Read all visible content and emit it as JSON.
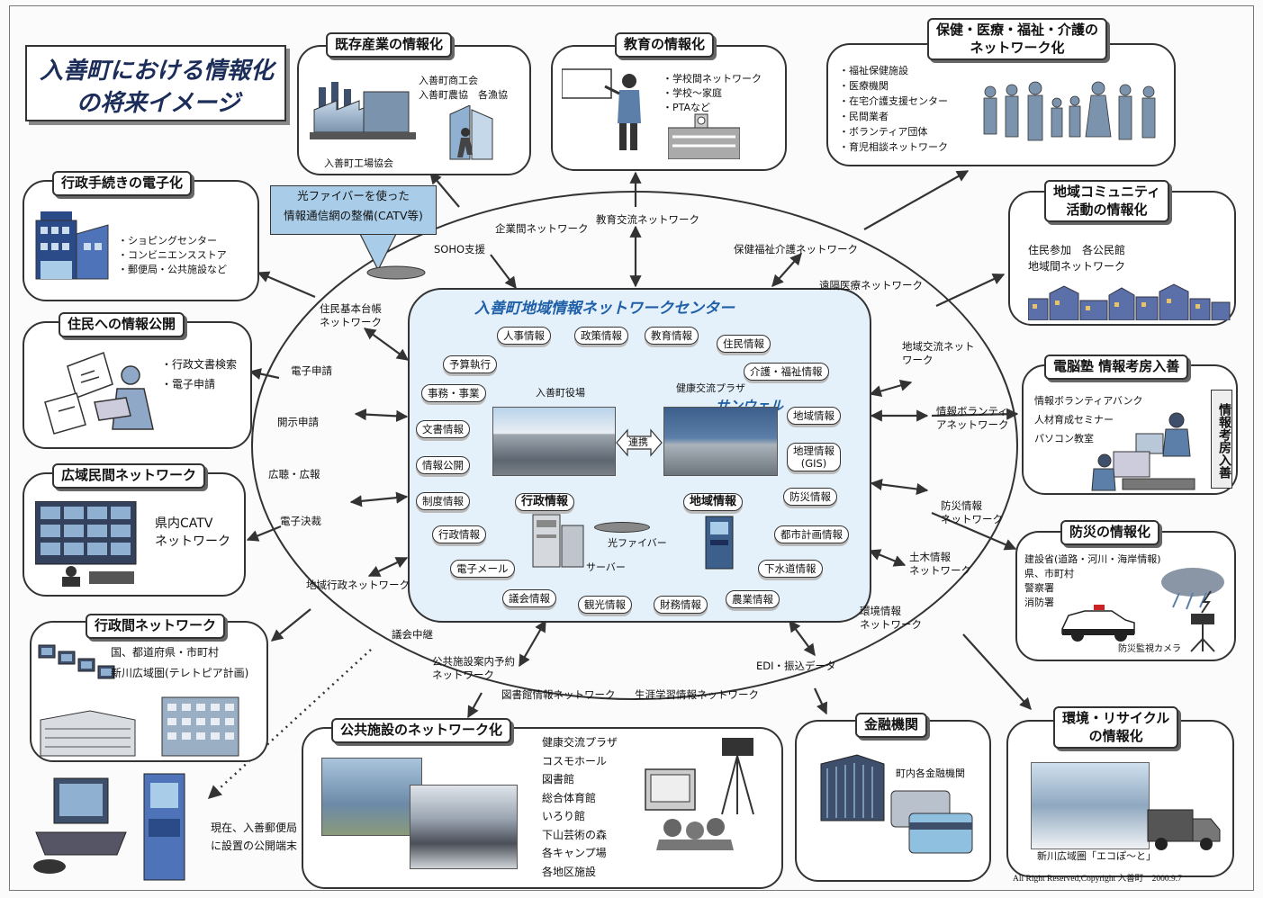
{
  "title": {
    "line1": "入善町における情報化",
    "line2": "の将来イメージ"
  },
  "callout": {
    "line1": "光ファイバーを使った",
    "line2": "情報通信網の整備(CATV等)"
  },
  "center": {
    "title": "入善町地域情報ネットワークセンター",
    "town_hall": "入善町役場",
    "plaza": "健康交流プラザ",
    "plaza_logo": "サンウェル",
    "link": "連携",
    "gyosei_label": "行政情報",
    "chiiki_label": "地域情報",
    "fiber": "光ファイバー",
    "server": "サーバー",
    "databases": [
      "人事情報",
      "政策情報",
      "教育情報",
      "住民情報",
      "予算執行",
      "介護・福祉情報",
      "事務・事業",
      "地域情報",
      "文書情報",
      "地理情報\n(GIS)",
      "情報公開",
      "防災情報",
      "制度情報",
      "都市計画情報",
      "行政情報",
      "下水道情報",
      "電子メール",
      "議会情報",
      "観光情報",
      "財務情報",
      "農業情報"
    ]
  },
  "networks": [
    "企業間ネットワーク",
    "教育交流ネットワーク",
    "SOHO支援",
    "保健福祉介護ネットワーク",
    "遠隔医療ネットワーク",
    "住民基本台帳\nネットワーク",
    "地域交流ネット\nワーク",
    "電子申請",
    "開示申請",
    "情報ボランティ\nアネットワーク",
    "広聴・広報",
    "電子決裁",
    "防災情報\nネットワーク",
    "土木情報\nネットワーク",
    "地域行政ネットワーク",
    "環境情報\nネットワーク",
    "議会中継",
    "公共施設案内予約\nネットワーク",
    "EDI・振込データ",
    "図書館情報ネットワーク",
    "生涯学習情報ネットワーク"
  ],
  "boxes": {
    "sangyo": {
      "title": "既存産業の情報化",
      "items": "入善町商工会\n入善町農協　各漁協",
      "caption": "入善町工場協会"
    },
    "kyoiku": {
      "title": "教育の情報化",
      "items": "・学校間ネットワーク\n・学校～家庭\n・PTAなど"
    },
    "hoken": {
      "title": "保健・医療・福祉・介護の\nネットワーク化",
      "items": "・福祉保健施設\n・医療機関\n・在宅介護支援センター\n・民間業者\n・ボランティア団体\n・育児相談ネットワーク"
    },
    "gyosei": {
      "title": "行政手続きの電子化",
      "items": "・ショピングセンター\n・コンビニエンスストア\n・郵便局・公共施設など"
    },
    "community": {
      "title": "地域コミュニティ\n活動の情報化",
      "items": "住民参加　各公民館\n地域間ネットワーク"
    },
    "kokai": {
      "title": "住民への情報公開",
      "items": "・行政文書検索\n・電子申請"
    },
    "dennou": {
      "title": "電脳塾 情報考房入善",
      "items": "情報ボランティアバンク\n人材育成セミナー\nパソコン教室",
      "sign": "情報考房入善"
    },
    "kouiki": {
      "title": "広域民間ネットワーク",
      "items": "県内CATV\nネットワーク"
    },
    "bousai": {
      "title": "防災の情報化",
      "items": "建設省(道路・河川・海岸情報)\n県、市町村\n警察署\n消防署",
      "caption": "防災監視カメラ"
    },
    "gyoseikan": {
      "title": "行政間ネットワーク",
      "items": "国、都道府県・市町村\n新川広域圏(テレトピア計画)"
    },
    "kokyo": {
      "title": "公共施設のネットワーク化",
      "items": "健康交流プラザ\nコスモホール\n図書館\n総合体育館\nいろり館\n下山芸術の森\n各キャンプ場\n各地区施設"
    },
    "kinyu": {
      "title": "金融機関",
      "items": "町内各金融機関"
    },
    "kankyo": {
      "title": "環境・リサイクル\nの情報化",
      "caption": "新川広域圏「エコぽ～と」"
    }
  },
  "terminal": "現在、入善郵便局\nに設置の公開端末",
  "copyright": "All Right Reserved,Copyright 入善町　2000.9.7",
  "colors": {
    "center_bg": "#e4f1fa",
    "center_title": "#1f5fa8",
    "callout": "#a9cde8",
    "photo_blue": "#5b7fa8"
  }
}
